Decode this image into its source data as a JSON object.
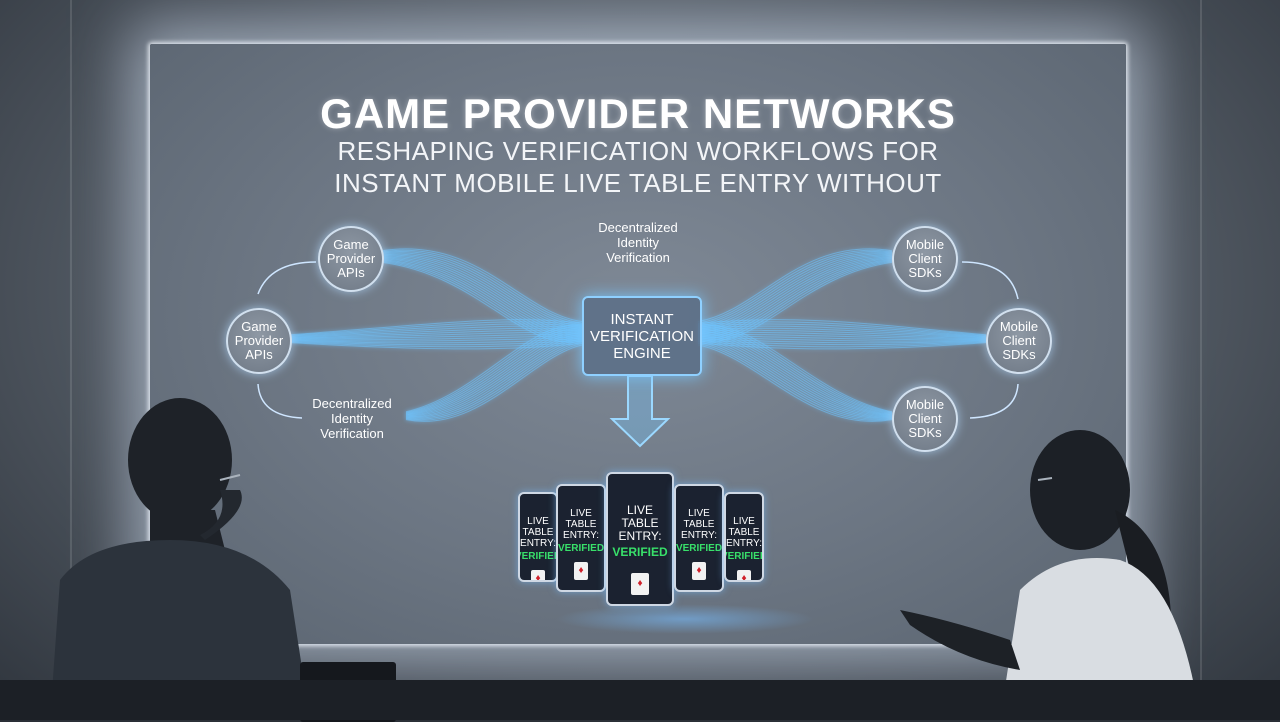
{
  "screen": {
    "title": "GAME PROVIDER NETWORKS",
    "subtitle_line1": "RESHAPING VERIFICATION WORKFLOWS FOR",
    "subtitle_line2": "INSTANT MOBILE LIVE TABLE ENTRY WITHOUT"
  },
  "diagram": {
    "left_nodes": [
      {
        "label": "Game\nProvider\nAPIs"
      },
      {
        "label": "Game\nProvider\nAPIs"
      }
    ],
    "left_bottom_label": "Decentralized\nIdentity\nVerification",
    "top_center_label": "Decentralized\nIdentity\nVerification",
    "engine_label": "INSTANT\nVERIFICATION\nENGINE",
    "right_nodes": [
      {
        "label": "Mobile\nClient\nSDKs"
      },
      {
        "label": "Mobile\nClient\nSDKs"
      },
      {
        "label": "Mobile\nClient\nSDKs"
      }
    ]
  },
  "phones": {
    "screen_text": "LIVE TABLE\nENTRY:",
    "center_screen_text": "LIVE TABLE\nENTRY:",
    "verified_text": "VERIFIED"
  },
  "colors": {
    "flow_blue": "#6fc4ff",
    "verified_green": "#38e06a"
  }
}
